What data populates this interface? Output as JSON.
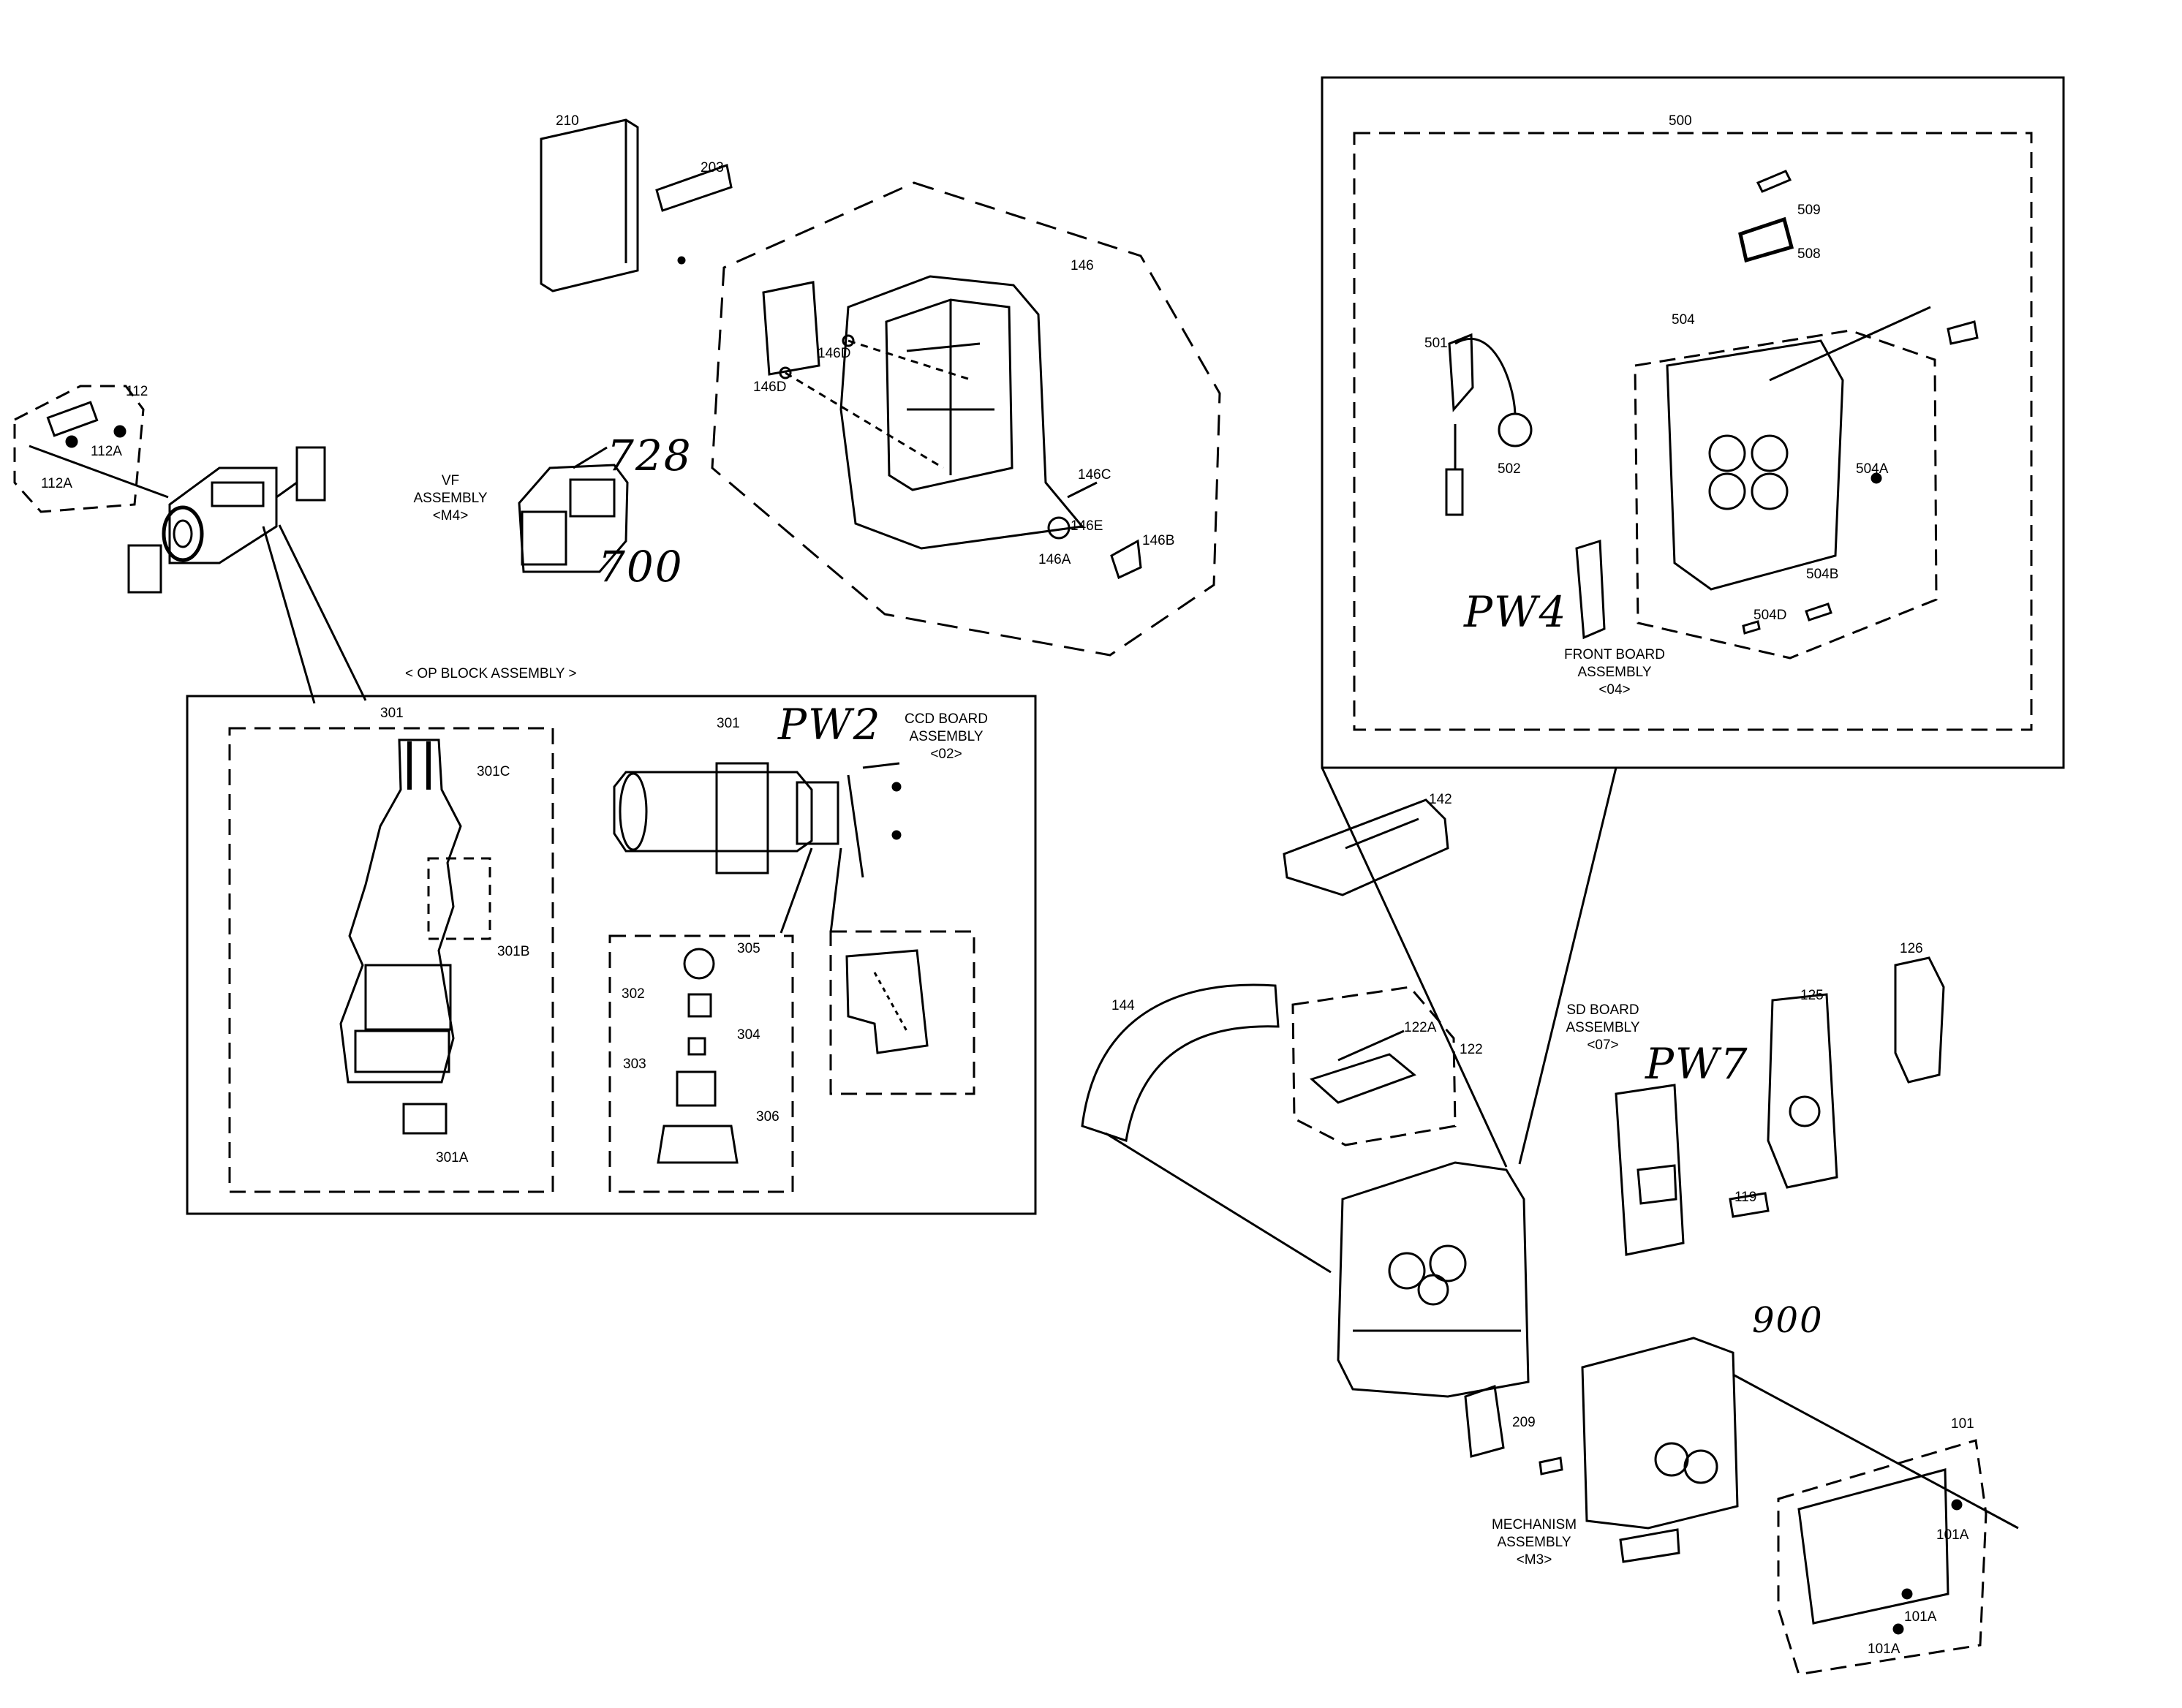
{
  "titles": {
    "op_block": "< OP BLOCK ASSEMBLY >",
    "vf": "VF\nASSEMBLY\n<M4>",
    "ccd": "CCD BOARD\nASSEMBLY\n<02>",
    "front": "FRONT BOARD\nASSEMBLY\n<04>",
    "sd": "SD BOARD\nASSEMBLY\n<07>",
    "mech": "MECHANISM\nASSEMBLY\n<M3>"
  },
  "handwritten": {
    "n728": "728",
    "n700": "700",
    "pw2": "PW2",
    "pw4": "PW4",
    "pw7": "PW7",
    "n900": "900"
  },
  "part_labels": {
    "p210": "210",
    "p203": "203",
    "p146": "146",
    "p146D_a": "146D",
    "p146D_b": "146D",
    "p146C": "146C",
    "p146E": "146E",
    "p146B": "146B",
    "p146A": "146A",
    "p112": "112",
    "p112A_a": "112A",
    "p112A_b": "112A",
    "p301_a": "301",
    "p301C": "301C",
    "p301B": "301B",
    "p301A": "301A",
    "p301_b": "301",
    "p305": "305",
    "p302": "302",
    "p304": "304",
    "p303": "303",
    "p306": "306",
    "p500": "500",
    "p509": "509",
    "p508": "508",
    "p504": "504",
    "p501": "501",
    "p502": "502",
    "p504A": "504A",
    "p504B": "504B",
    "p504D": "504D",
    "p142": "142",
    "p144": "144",
    "p122A": "122A",
    "p122": "122",
    "p126": "126",
    "p125": "125",
    "p119": "119",
    "p209": "209",
    "p101": "101",
    "p101A_a": "101A",
    "p101A_b": "101A",
    "p101A_c": "101A"
  }
}
